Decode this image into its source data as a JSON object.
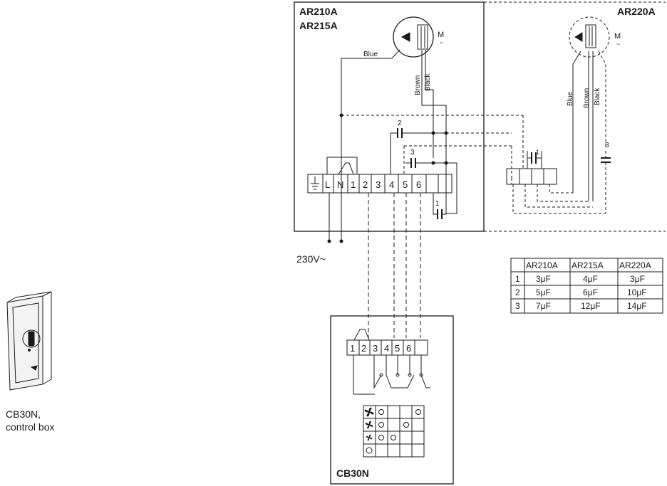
{
  "cabinet_box": {
    "model_lines": [
      "AR210A",
      "AR215A"
    ],
    "motor_symbol": "M",
    "ac_symbol": "~",
    "wire_blue": "Blue",
    "wire_brown": "Brown",
    "wire_black": "Black",
    "capacitor_labels": [
      "2",
      "3",
      "1"
    ],
    "terminal_labels": [
      "L",
      "N",
      "1",
      "2",
      "3",
      "4",
      "5",
      "6"
    ],
    "supply_label": "230V~"
  },
  "remote_unit": {
    "model": "AR220A",
    "motor_symbol": "M",
    "ac_symbol": "~",
    "wire_blue": "Blue",
    "wire_brown": "Brown",
    "wire_black": "Black",
    "capacitor_labels": [
      "1",
      "3"
    ]
  },
  "control_box": {
    "name": "CB30N",
    "terminal_labels": [
      "1",
      "2",
      "3",
      "4",
      "5",
      "6"
    ],
    "caption_lines": [
      "CB30N,",
      "control box"
    ]
  },
  "capacitor_table": {
    "headers": [
      "",
      "AR210A",
      "AR215A",
      "AR220A"
    ],
    "rows": [
      [
        "1",
        "3μF",
        "4μF",
        "3μF"
      ],
      [
        "2",
        "5μF",
        "6μF",
        "10μF"
      ],
      [
        "3",
        "7μF",
        "12μF",
        "14μF"
      ]
    ]
  },
  "icons": [
    "fan-icon",
    "earth-ground-icon",
    "motor-icon",
    "capacitor-icon",
    "switch-icon",
    "control-box-device-icon"
  ],
  "colors": {
    "line": "#1a1a1a",
    "background": "#ffffff"
  }
}
